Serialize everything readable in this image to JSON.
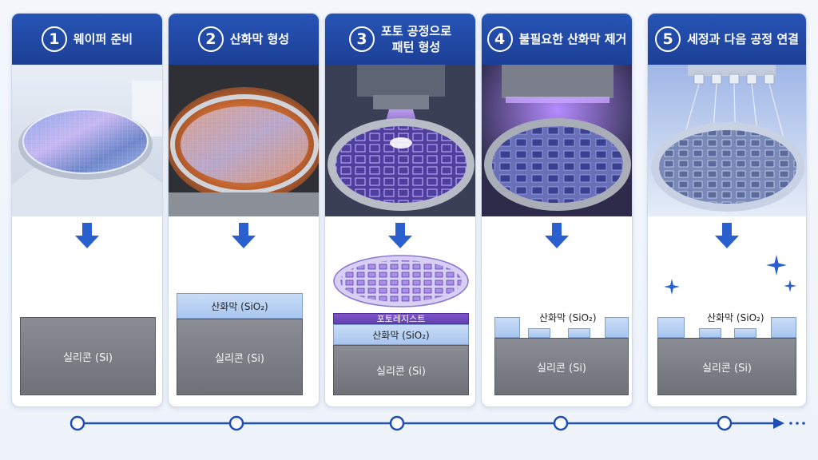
{
  "steps": [
    {
      "num": "1",
      "title": "웨이퍼 준비",
      "layers": {
        "silicon": "실리콘 (Si)"
      }
    },
    {
      "num": "2",
      "title": "산화막 형성",
      "layers": {
        "oxide": "산화막 (SiO₂)",
        "silicon": "실리콘 (Si)"
      }
    },
    {
      "num": "3",
      "title": "포토 공정으로\n패턴 형성",
      "layers": {
        "resist": "포토레지스트",
        "oxide": "산화막 (SiO₂)",
        "silicon": "실리콘 (Si)"
      }
    },
    {
      "num": "4",
      "title": "불필요한 산화막 제거",
      "layers": {
        "oxide": "산화막 (SiO₂)",
        "silicon": "실리콘 (Si)"
      }
    },
    {
      "num": "5",
      "title": "세정과 다음 공정 연결",
      "layers": {
        "oxide": "산화막 (SiO₂)",
        "silicon": "실리콘 (Si)"
      }
    }
  ],
  "colors": {
    "header": "#1c3f95",
    "accent": "#2a5fd0",
    "silicon": "#7a7d83",
    "oxide": "#b5cff2",
    "resist": "#6a45b8",
    "timeline": "#1f4fb5"
  },
  "icons": [
    "down-arrow-icon",
    "sparkle-icon",
    "timeline-node-icon",
    "timeline-arrow-icon"
  ]
}
